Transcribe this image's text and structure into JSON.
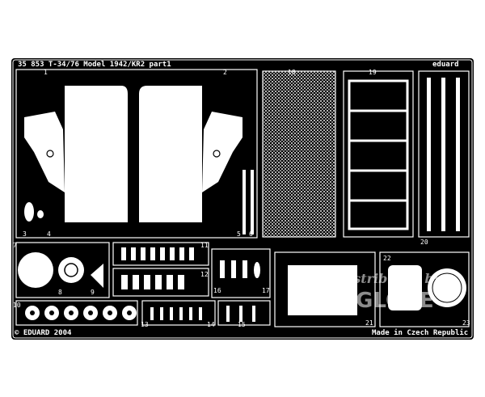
{
  "header": {
    "title": "35 853   T-34/76 Model 1942/KR2   part1",
    "brand_right": "eduard"
  },
  "footer": {
    "copyright": "© EDUARD 2004",
    "origin": "Made in Czech Republic"
  },
  "watermark": {
    "line1": "distributed by",
    "line2": "GLOBE"
  },
  "part_numbers": [
    "1",
    "2",
    "3",
    "4",
    "5",
    "6",
    "7",
    "8",
    "9",
    "10",
    "11",
    "12",
    "13",
    "14",
    "15",
    "16",
    "17",
    "18",
    "19",
    "20",
    "21",
    "22",
    "23"
  ],
  "colors": {
    "background": "#ffffff",
    "fret": "#000000",
    "metal": "#ffffff",
    "mesh": "#9a9a9a"
  }
}
